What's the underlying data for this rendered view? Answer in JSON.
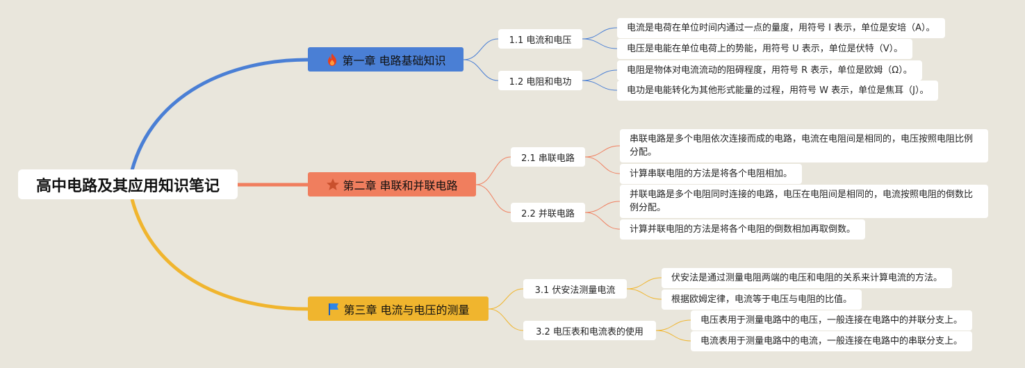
{
  "root": {
    "title": "高中电路及其应用知识笔记"
  },
  "colors": {
    "background": "#e9e6dc",
    "chapter1": "#4a7fd5",
    "chapter2": "#f07e5e",
    "chapter3": "#f0b52e"
  },
  "chapters": [
    {
      "title": "第一章 电路基础知识",
      "icon": "fire-icon",
      "sections": [
        {
          "title": "1.1 电流和电压",
          "notes": [
            "电流是电荷在单位时间内通过一点的量度，用符号 I 表示，单位是安培（A）。",
            "电压是电能在单位电荷上的势能，用符号 U 表示，单位是伏特（V）。"
          ]
        },
        {
          "title": "1.2 电阻和电功",
          "notes": [
            "电阻是物体对电流流动的阻碍程度，用符号 R 表示，单位是欧姆（Ω）。",
            "电功是电能转化为其他形式能量的过程，用符号 W 表示，单位是焦耳（J）。"
          ]
        }
      ]
    },
    {
      "title": "第二章 串联和并联电路",
      "icon": "star-icon",
      "sections": [
        {
          "title": "2.1 串联电路",
          "notes": [
            "串联电路是多个电阻依次连接而成的电路，电流在电阻间是相同的，电压按照电阻比例分配。",
            "计算串联电阻的方法是将各个电阻相加。"
          ]
        },
        {
          "title": "2.2 并联电路",
          "notes": [
            "并联电路是多个电阻同时连接的电路，电压在电阻间是相同的，电流按照电阻的倒数比例分配。",
            "计算并联电阻的方法是将各个电阻的倒数相加再取倒数。"
          ]
        }
      ]
    },
    {
      "title": "第三章 电流与电压的测量",
      "icon": "flag-icon",
      "sections": [
        {
          "title": "3.1 伏安法测量电流",
          "notes": [
            "伏安法是通过测量电阻两端的电压和电阻的关系来计算电流的方法。",
            "根据欧姆定律，电流等于电压与电阻的比值。"
          ]
        },
        {
          "title": "3.2 电压表和电流表的使用",
          "notes": [
            "电压表用于测量电路中的电压，一般连接在电路中的并联分支上。",
            "电流表用于测量电路中的电流，一般连接在电路中的串联分支上。"
          ]
        }
      ]
    }
  ]
}
